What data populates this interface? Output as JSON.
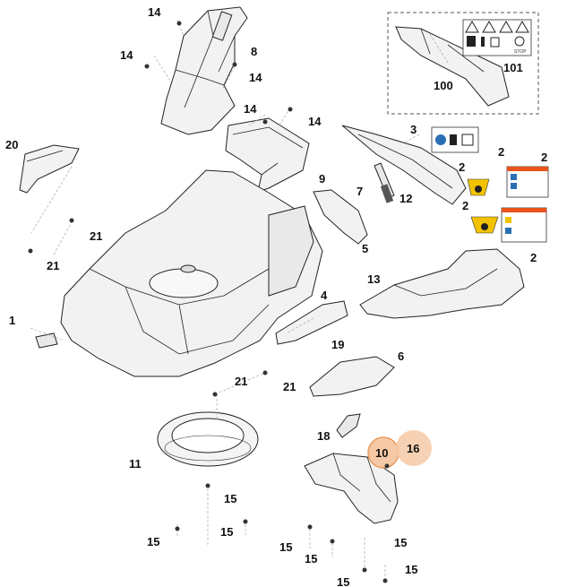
{
  "callouts": [
    {
      "id": "c14a",
      "label": "14"
    },
    {
      "id": "c8",
      "label": "8"
    },
    {
      "id": "c14b",
      "label": "14"
    },
    {
      "id": "c14c",
      "label": "14"
    },
    {
      "id": "c14d",
      "label": "14"
    },
    {
      "id": "c14e",
      "label": "14"
    },
    {
      "id": "c100",
      "label": "100"
    },
    {
      "id": "c101",
      "label": "101"
    },
    {
      "id": "c3",
      "label": "3"
    },
    {
      "id": "c2a",
      "label": "2"
    },
    {
      "id": "c2b",
      "label": "2"
    },
    {
      "id": "c2c",
      "label": "2"
    },
    {
      "id": "c2d",
      "label": "2"
    },
    {
      "id": "c2e",
      "label": "2"
    },
    {
      "id": "c20",
      "label": "20"
    },
    {
      "id": "c9",
      "label": "9"
    },
    {
      "id": "c7",
      "label": "7"
    },
    {
      "id": "c12",
      "label": "12"
    },
    {
      "id": "c21a",
      "label": "21"
    },
    {
      "id": "c21b",
      "label": "21"
    },
    {
      "id": "c5",
      "label": "5"
    },
    {
      "id": "c13",
      "label": "13"
    },
    {
      "id": "c1",
      "label": "1"
    },
    {
      "id": "c4",
      "label": "4"
    },
    {
      "id": "c19",
      "label": "19"
    },
    {
      "id": "c6",
      "label": "6"
    },
    {
      "id": "c21c",
      "label": "21"
    },
    {
      "id": "c21d",
      "label": "21"
    },
    {
      "id": "c18",
      "label": "18"
    },
    {
      "id": "c10",
      "label": "10"
    },
    {
      "id": "c16",
      "label": "16"
    },
    {
      "id": "c11",
      "label": "11"
    },
    {
      "id": "c15a",
      "label": "15"
    },
    {
      "id": "c15b",
      "label": "15"
    },
    {
      "id": "c15c",
      "label": "15"
    },
    {
      "id": "c15d",
      "label": "15"
    },
    {
      "id": "c15e",
      "label": "15"
    },
    {
      "id": "c15f",
      "label": "15"
    },
    {
      "id": "c15g",
      "label": "15"
    },
    {
      "id": "c15h",
      "label": "15"
    }
  ],
  "decal": {
    "stop_text": "STOP"
  },
  "colors": {
    "highlight": "#f6c9a6",
    "highlight_ring": "#e89a5e",
    "warning_yellow": "#f2c200",
    "label_orange": "#e8541c",
    "safety_blue": "#2a6fb4"
  }
}
